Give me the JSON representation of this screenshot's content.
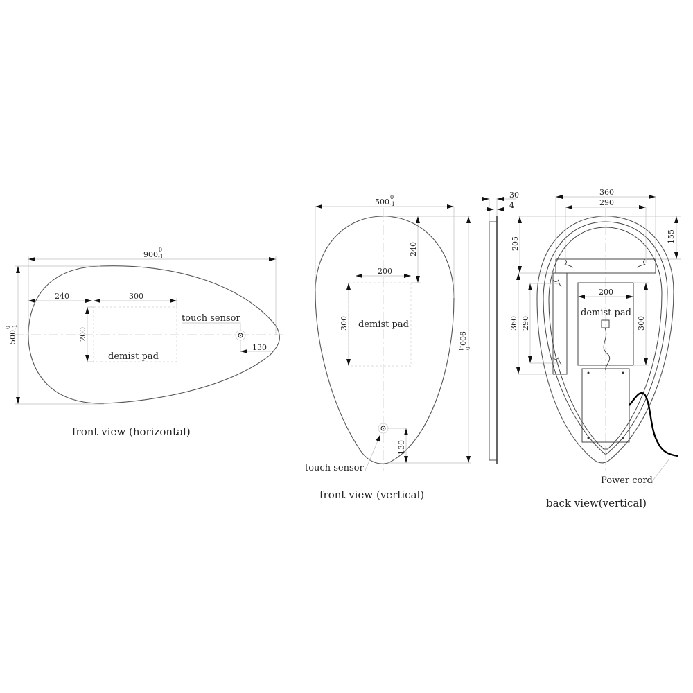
{
  "drawings": {
    "front_horizontal": {
      "caption": "front view (horizontal)",
      "width_dim": "900",
      "width_tol_upper": "0",
      "width_tol_lower": "-1",
      "height_dim": "500",
      "height_tol_upper": "0",
      "height_tol_lower": "-1",
      "offset_left": "240",
      "pad_width": "300",
      "pad_height": "200",
      "pad_label": "demist pad",
      "sensor_label": "touch sensor",
      "sensor_offset": "130"
    },
    "front_vertical": {
      "caption": "front view (vertical)",
      "width_dim": "500",
      "width_tol_upper": "0",
      "width_tol_lower": "-1",
      "height_dim": "900",
      "height_tol_upper": "0",
      "height_tol_lower": "-1",
      "offset_top": "240",
      "pad_width": "200",
      "pad_height": "300",
      "pad_label": "demist pad",
      "sensor_label": "touch sensor",
      "sensor_offset": "130"
    },
    "side": {
      "depth_total": "30",
      "glass_thickness": "4"
    },
    "back_vertical": {
      "caption": "back view(vertical)",
      "bracket_outer": "360",
      "bracket_inner": "290",
      "top_offset_left": "205",
      "top_offset_right": "155",
      "side_bracket_outer": "360",
      "side_bracket_inner": "290",
      "pad_width": "200",
      "pad_height": "300",
      "pad_label": "demist pad",
      "cord_label": "Power cord"
    }
  }
}
